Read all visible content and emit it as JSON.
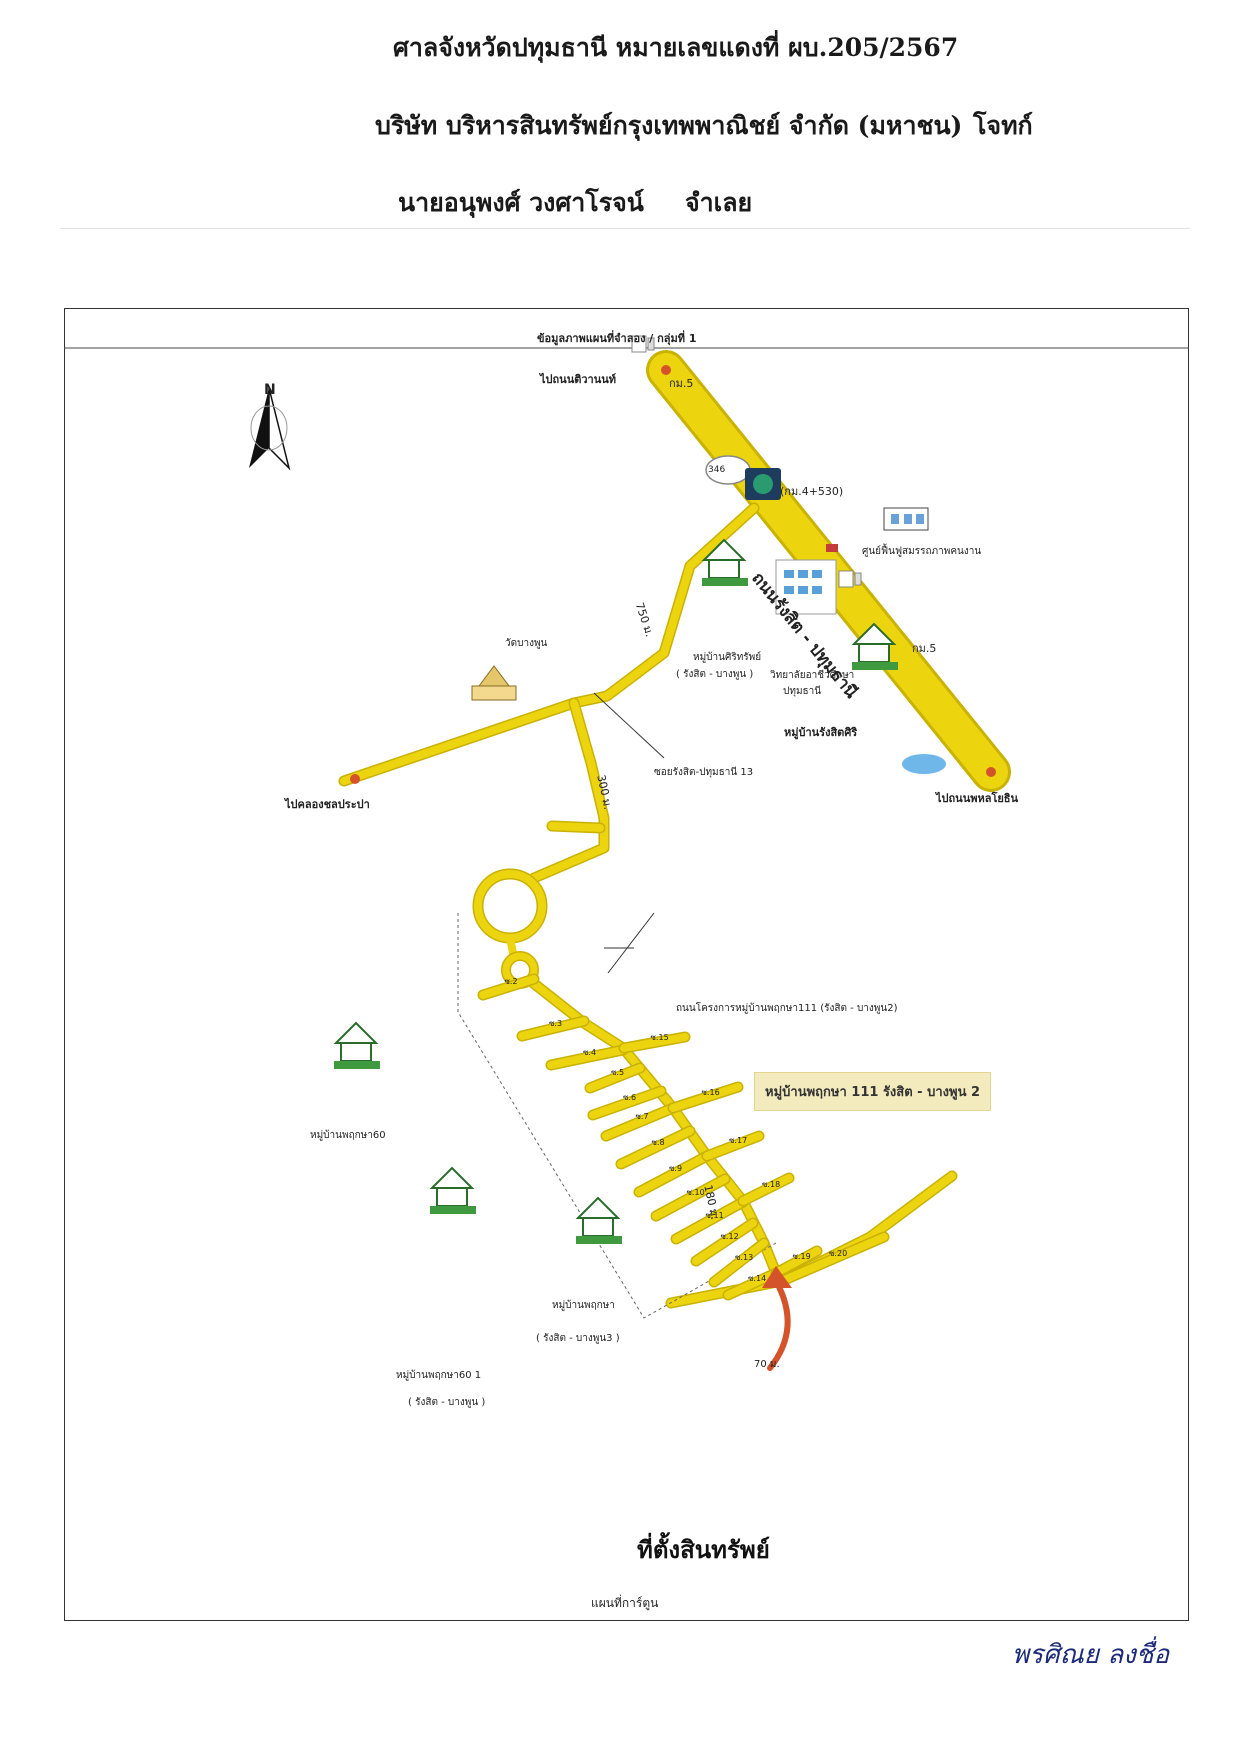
{
  "header": {
    "court_line": "ศาลจังหวัดปทุมธานี  หมายเลขแดงที่ ผบ.205/2567",
    "plaintiff_name": "บริษัท บริหารสินทรัพย์กรุงเทพพาณิชย์ จำกัด (มหาชน)",
    "plaintiff_role": "โจทก์",
    "defendant_name": "นายอนุพงศ์  วงศาโรจน์",
    "defendant_role": "จำเลย"
  },
  "map": {
    "frame_title": "ข้อมูลภาพแผนที่จำลอง / กลุ่มที่ 1",
    "north": "N",
    "highway_marker": "346",
    "labels": {
      "to_muang_ek": "ไปถนนติวานนท์",
      "km5_top": "กม.5",
      "km_4530": "(กม.4+530)",
      "main_road": "ถนนรังสิต - ปทุมธานี",
      "community_center": "ศูนย์ฟื้นฟูสมรรถภาพคนงาน",
      "km5_right": "กม.5",
      "dist_750": "750 ม.",
      "village_rungsirit": "หมู่บ้านศิริทรัพย์",
      "village_rungsirit_sub": "( รังสิต - บางพูน )",
      "college": "วิทยาลัยอาชีวศึกษา",
      "college_sub": "ปทุมธานี",
      "temple": "วัดบางพูน",
      "village_rungsit_siri": "หมู่บ้านรังสิตศิริ",
      "to_klong": "ไปคลองชลประปา",
      "soi": "ซอยรังสิต-ปทุมธานี 13",
      "to_phahon": "ไปถนนพหลโยธิน",
      "dist_300": "300 ม.",
      "project_road": "ถนนโครงการหมู่บ้านพฤกษา111 (รังสิต - บางพูน2)",
      "highlight_village": "หมู่บ้านพฤกษา 111  รังสิต - บางพูน 2",
      "village_pruksa60": "หมู่บ้านพฤกษา60",
      "dist_180": "180 ม.",
      "village_pruksa3": "หมู่บ้านพฤกษา",
      "village_pruksa3_sub": "( รังสิต - บางพูน3 )",
      "village_pruksa_left": "หมู่บ้านพฤกษา60 1",
      "village_pruksa_left_sub": "( รังสิต - บางพูน )",
      "dist_70": "70 ม.",
      "property_location": "ที่ตั้งสินทรัพย์",
      "map_caption": "แผนที่การ์ตูน"
    },
    "soi_numbers": [
      "2",
      "3",
      "4",
      "5",
      "6",
      "7",
      "8",
      "9",
      "10",
      "11",
      "12",
      "13",
      "14",
      "15",
      "16",
      "17",
      "18",
      "19",
      "20"
    ],
    "colors": {
      "road": "#ecd40e",
      "road_edge": "#c9b200",
      "arrow": "#d4532a",
      "highlight_bg": "#f3ebbd"
    }
  },
  "signature": "พรศิณย ลงชื่อ"
}
